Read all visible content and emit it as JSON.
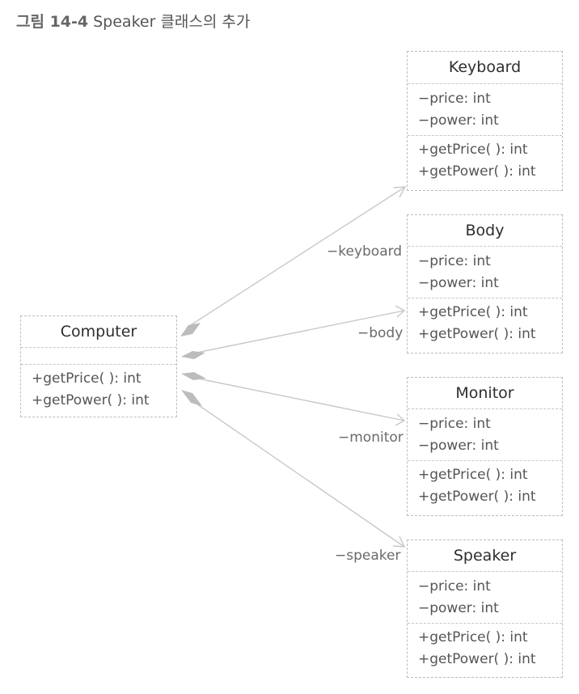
{
  "figure": {
    "number": "그림 14-4",
    "title": "Speaker 클래스의 추가"
  },
  "classes": {
    "computer": {
      "name": "Computer",
      "attributes": [],
      "operations": [
        "+getPrice( ): int",
        "+getPower( ): int"
      ]
    },
    "keyboard": {
      "name": "Keyboard",
      "attributes": [
        "−price: int",
        "−power: int"
      ],
      "operations": [
        "+getPrice( ): int",
        "+getPower( ): int"
      ]
    },
    "body": {
      "name": "Body",
      "attributes": [
        "−price: int",
        "−power: int"
      ],
      "operations": [
        "+getPrice( ): int",
        "+getPower( ): int"
      ]
    },
    "monitor": {
      "name": "Monitor",
      "attributes": [
        "−price: int",
        "−power: int"
      ],
      "operations": [
        "+getPrice( ): int",
        "+getPower( ): int"
      ]
    },
    "speaker": {
      "name": "Speaker",
      "attributes": [
        "−price: int",
        "−power: int"
      ],
      "operations": [
        "+getPrice( ): int",
        "+getPower( ): int"
      ]
    }
  },
  "associations": {
    "keyboard": "−keyboard",
    "body": "−body",
    "monitor": "−monitor",
    "speaker": "−speaker"
  },
  "colors": {
    "connector": "#c8c8c8",
    "aggregation_diamond": "#bcbcbc"
  }
}
